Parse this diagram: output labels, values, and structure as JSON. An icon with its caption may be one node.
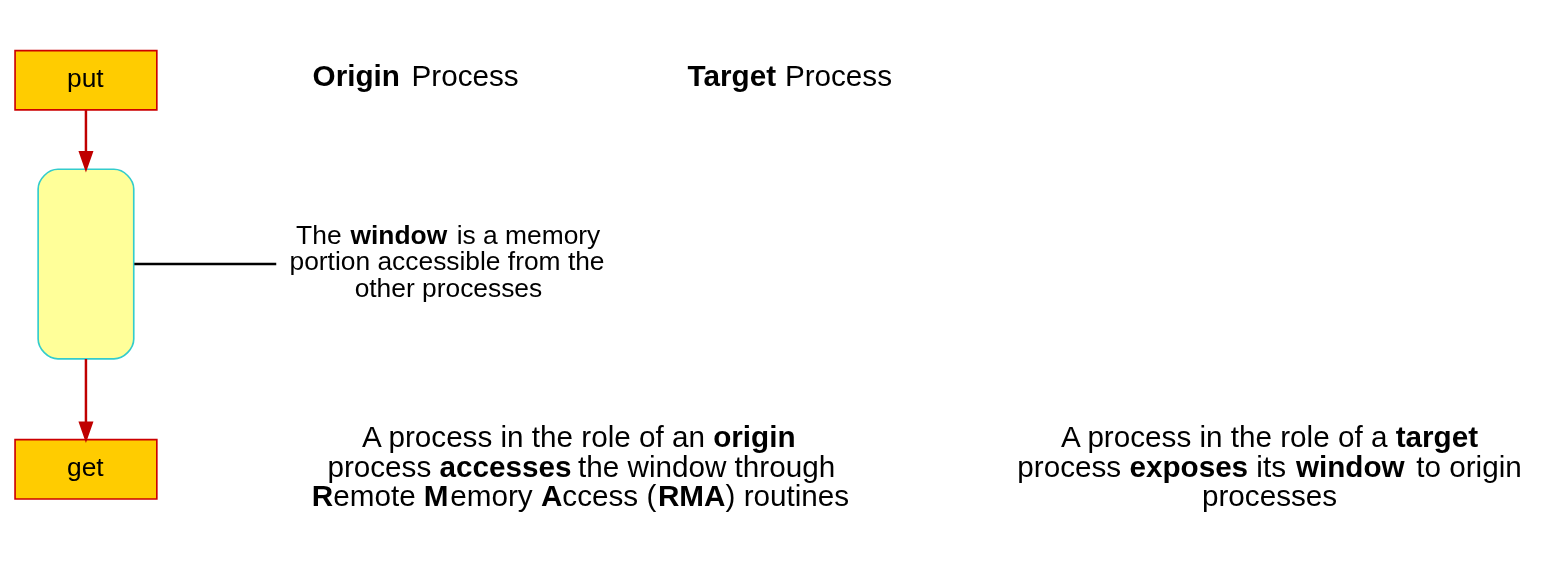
{
  "diagram": {
    "nodes": [
      {
        "text": [
          "put"
        ]
      },
      {
        "text": [
          "get"
        ]
      },
      {
        "text": [],
        "shape": "box"
      },
      {
        "text": [
          "The **window** is a memory portion accessible from the other processes"
        ]
      }
    ],
    "edges": [
      {
        "from": 0,
        "to": 2,
        "arrow": "to"
      },
      {
        "from": 2,
        "to": 1,
        "arrow": "to"
      },
      {
        "from": 3,
        "to": 2,
        "arrow": "none",
        "color": "#000000"
      }
    ],
    "labels": [
      "**Origin** Process",
      "**Target** Process",
      "A process in the role of an **origin** process **accesses** the window through **R**emote **M**emory **A**ccess (**RMA**) routines",
      "A process in the role of a **target** process **exposes** its **window** to origin processes"
    ]
  }
}
